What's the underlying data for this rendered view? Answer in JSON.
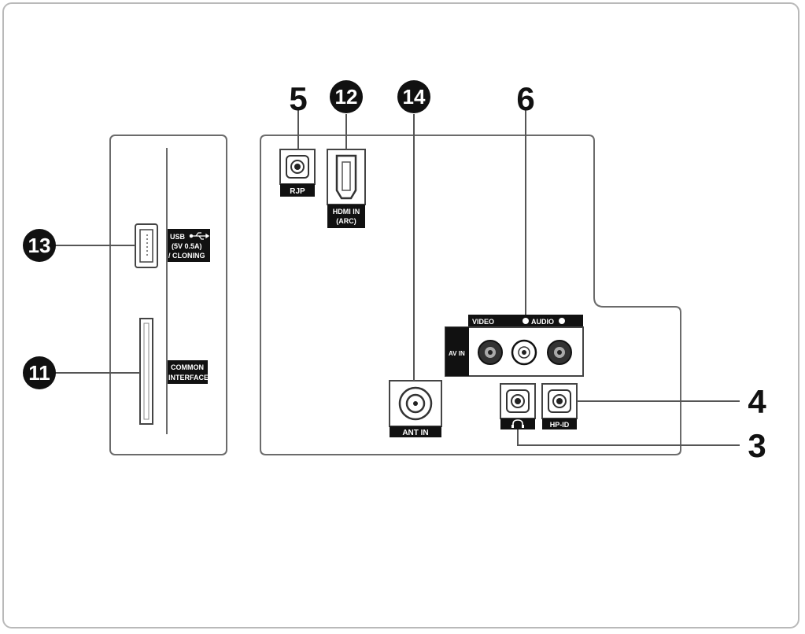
{
  "diagram": {
    "callouts": {
      "c5": "5",
      "c12": "12",
      "c14": "14",
      "c6": "6",
      "c13": "13",
      "c11": "11",
      "c4": "4",
      "c3": "3"
    },
    "labels": {
      "rjp": "RJP",
      "hdmi_line1": "HDMI IN",
      "hdmi_line2": "(ARC)",
      "usb_line1": "USB",
      "usb_line2": "(5V 0.5A)",
      "usb_line3": "/ CLONING",
      "ci_line1": "COMMON",
      "ci_line2": "INTERFACE",
      "video": "VIDEO",
      "audio": "AUDIO",
      "av_in": "AV IN",
      "ant_in": "ANT IN",
      "hp_id": "HP-ID"
    }
  },
  "colors": {
    "outline": "#6b6b6b",
    "label_bg": "#111111",
    "frame": "#b9b9b9"
  }
}
